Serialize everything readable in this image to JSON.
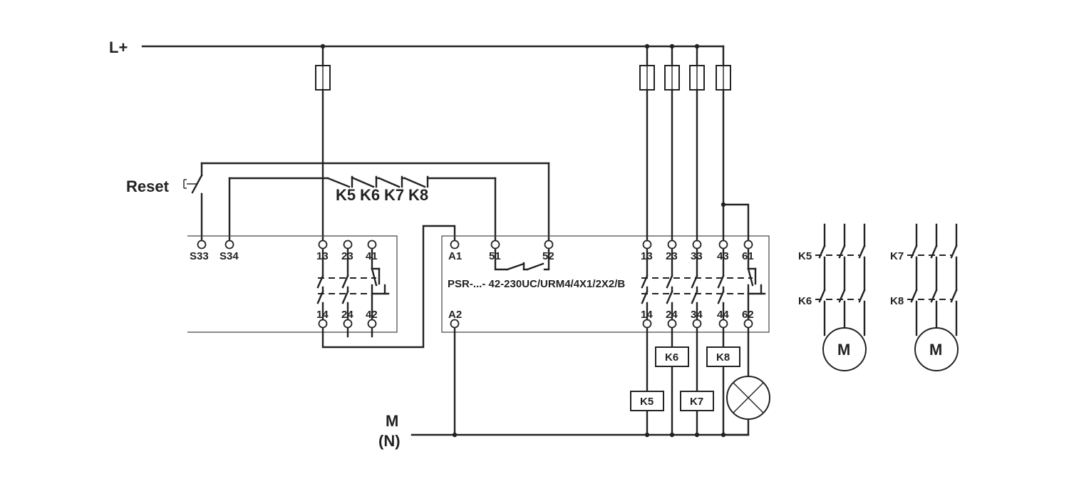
{
  "rails": {
    "positive": "L+",
    "neutral_line1": "M",
    "neutral_line2": "(N)"
  },
  "reset": {
    "label": "Reset"
  },
  "feedback_contacts": [
    "K5",
    "K6",
    "K7",
    "K8"
  ],
  "module_left": {
    "terminals_top": [
      "S33",
      "S34",
      "13",
      "23",
      "41"
    ],
    "terminals_bottom": [
      "14",
      "24",
      "42"
    ]
  },
  "module_right": {
    "model": "PSR-...- 42-230UC/URM4/4X1/2X2/B",
    "terminals_top": [
      "A1",
      "51",
      "52",
      "13",
      "23",
      "33",
      "43",
      "61"
    ],
    "terminals_bottom": [
      "A2",
      "14",
      "24",
      "34",
      "44",
      "62"
    ]
  },
  "coils": [
    "K5",
    "K6",
    "K7",
    "K8"
  ],
  "motor_groups": [
    {
      "contactors": [
        "K5",
        "K6"
      ],
      "motor": "M"
    },
    {
      "contactors": [
        "K7",
        "K8"
      ],
      "motor": "M"
    }
  ]
}
